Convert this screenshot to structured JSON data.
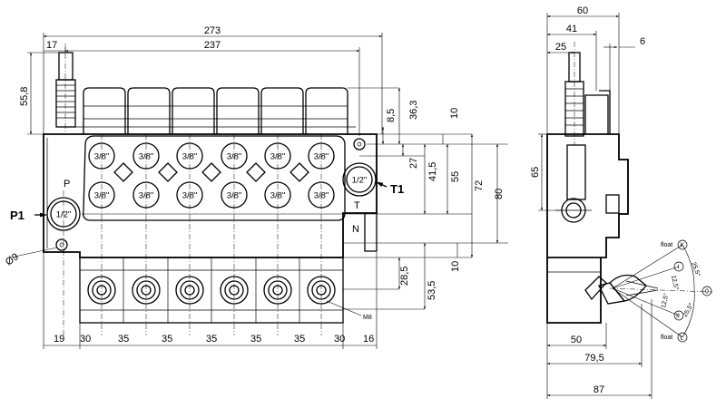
{
  "front_view": {
    "dims_top": [
      "273",
      "237",
      "17"
    ],
    "dims_left": [
      "55,8"
    ],
    "dims_right": [
      "8,5",
      "36,3",
      "10",
      "27",
      "41,5",
      "55",
      "72",
      "80",
      "28,5",
      "53,5",
      "10"
    ],
    "dims_bottom": [
      "19",
      "30",
      "35",
      "35",
      "35",
      "35",
      "35",
      "30",
      "16"
    ],
    "port_upper": [
      "3/8\"",
      "3/8\"",
      "3/8\"",
      "3/8\"",
      "3/8\"",
      "3/8\""
    ],
    "port_lower": [
      "3/8\"",
      "3/8\"",
      "3/8\"",
      "3/8\"",
      "3/8\"",
      "3/8\""
    ],
    "inlet_port": "1/2\"",
    "tank_port": "1/2\"",
    "label_p1": "P1",
    "label_t1": "T1",
    "label_p": "P",
    "label_t": "T",
    "label_n": "N",
    "label_m8": "M8",
    "label_hole": "Ø9"
  },
  "side_view": {
    "dims_top": [
      "60",
      "41",
      "25",
      "6"
    ],
    "dim_left": "65",
    "dims_bottom": [
      "50",
      "79,5",
      "87"
    ],
    "lever": {
      "float_k": "float",
      "k": "K",
      "float_l": "float",
      "l": "L",
      "i": "I",
      "o": "0",
      "ii": "II",
      "angles": [
        "25,5°",
        "12,5°",
        "12,5°",
        "25,5°"
      ]
    }
  }
}
